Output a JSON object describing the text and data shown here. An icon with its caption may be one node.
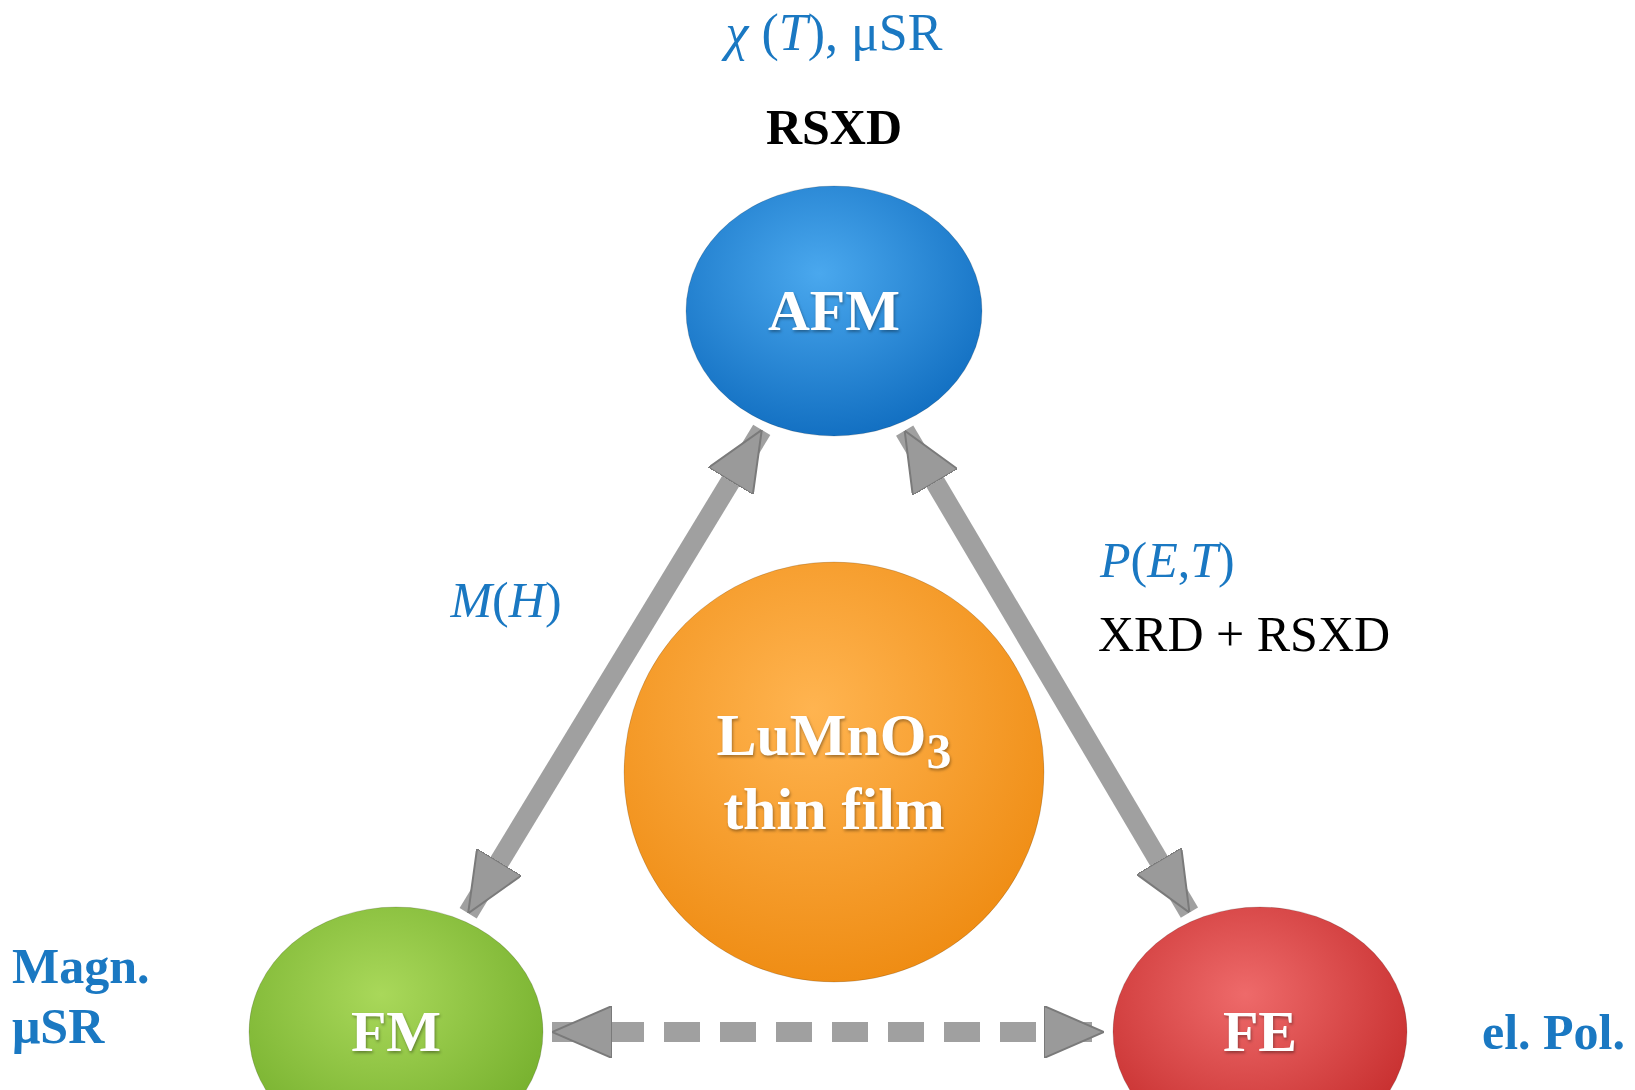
{
  "diagram": {
    "nodes": [
      {
        "text": [
          "AFM"
        ],
        "beside": [
          "*χ* (*T*), μSR",
          "RSXD"
        ]
      },
      {
        "text": [
          "LuMnO$_{3}$ thin film"
        ]
      },
      {
        "text": [
          "FM"
        ],
        "beside": [
          "Magn. μSR"
        ]
      },
      {
        "text": [
          "FE"
        ],
        "beside": [
          "el. Pol."
        ]
      }
    ],
    "edges": [
      {
        "from": 0,
        "to": 2,
        "arrow": "both",
        "label": "*M*(*H*)"
      },
      {
        "from": 0,
        "to": 3,
        "arrow": "both",
        "label": "*P*(*E*,*T*)"
      },
      {
        "from": 2,
        "to": 3,
        "arrow": "both",
        "style": "dashed"
      }
    ],
    "labels": [
      "XRD + RSXD"
    ]
  }
}
